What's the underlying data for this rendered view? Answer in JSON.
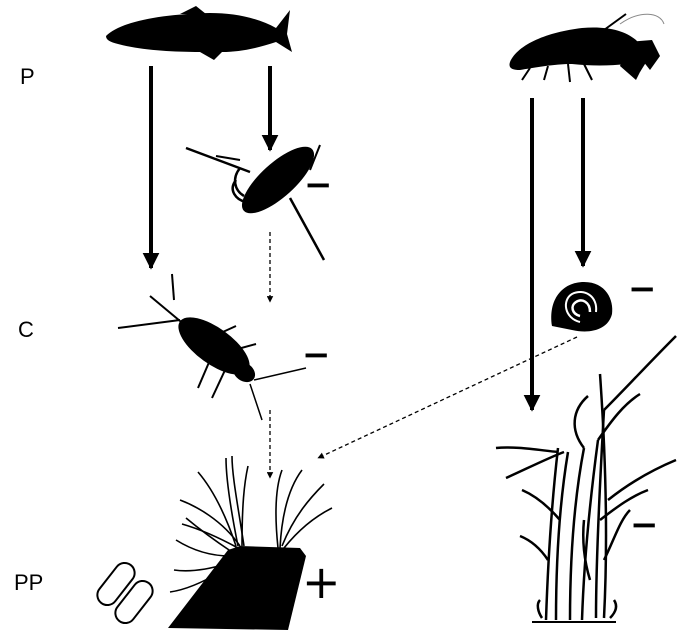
{
  "levels": {
    "p": "P",
    "c": "C",
    "pp": "PP"
  },
  "signs": {
    "dragonfly_larva": "−",
    "stonefly_nymph": "−",
    "snail": "−",
    "macrophyte": "−",
    "periphyton": "+"
  },
  "colors": {
    "silhouette": "#000000",
    "background": "#ffffff"
  },
  "icons": [
    "trout-icon",
    "water-beetle-larva-icon",
    "stonefly-nymph-icon",
    "crayfish-icon",
    "snail-icon",
    "periphyton-tuft-icon",
    "diatom-icon",
    "macrophyte-icon"
  ]
}
